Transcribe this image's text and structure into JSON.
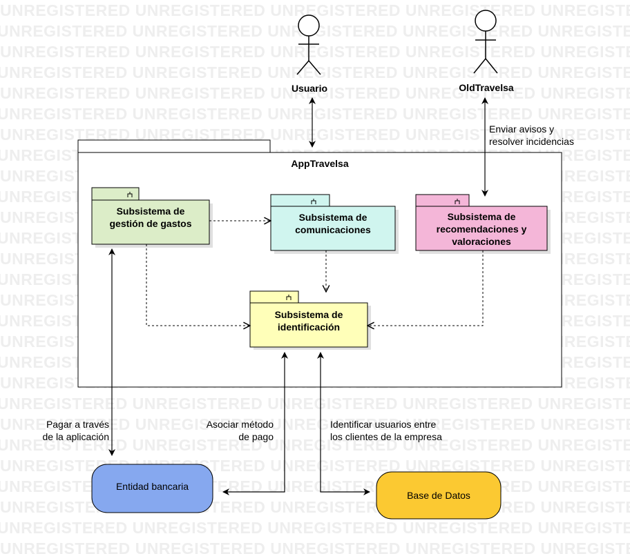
{
  "watermark": {
    "text": "UNREGISTERED"
  },
  "actors": {
    "usuario": {
      "label": "Usuario"
    },
    "oldtravelsa": {
      "label": "OldTravelsa"
    }
  },
  "system": {
    "title": "AppTravelsa"
  },
  "subsystems": {
    "gastos": {
      "line1": "Subsistema de",
      "line2": "gestión de gastos",
      "color": "#dcedc8"
    },
    "comunicaciones": {
      "line1": "Subsistema de",
      "line2": "comunicaciones",
      "color": "#d0f5ef"
    },
    "recomendaciones": {
      "line1": "Subsistema de",
      "line2": "recomendaciones y",
      "line3": "valoraciones",
      "color": "#f4b6d8"
    },
    "identificacion": {
      "line1": "Subsistema de",
      "line2": "identificación",
      "color": "#ffffb9"
    }
  },
  "external": {
    "banco": {
      "label": "Entidad bancaria",
      "color": "#86a8ef"
    },
    "bd": {
      "label": "Base de Datos",
      "color": "#fbc932"
    }
  },
  "edge_labels": {
    "avisos": {
      "line1": "Enviar avisos y",
      "line2": "resolver incidencias"
    },
    "pagar": {
      "line1": "Pagar a través",
      "line2": "de la aplicación"
    },
    "asociar": {
      "line1": "Asociar método",
      "line2": "de pago"
    },
    "identificar": {
      "line1": "Identificar usuarios entre",
      "line2": "los clientes de la empresa"
    }
  }
}
